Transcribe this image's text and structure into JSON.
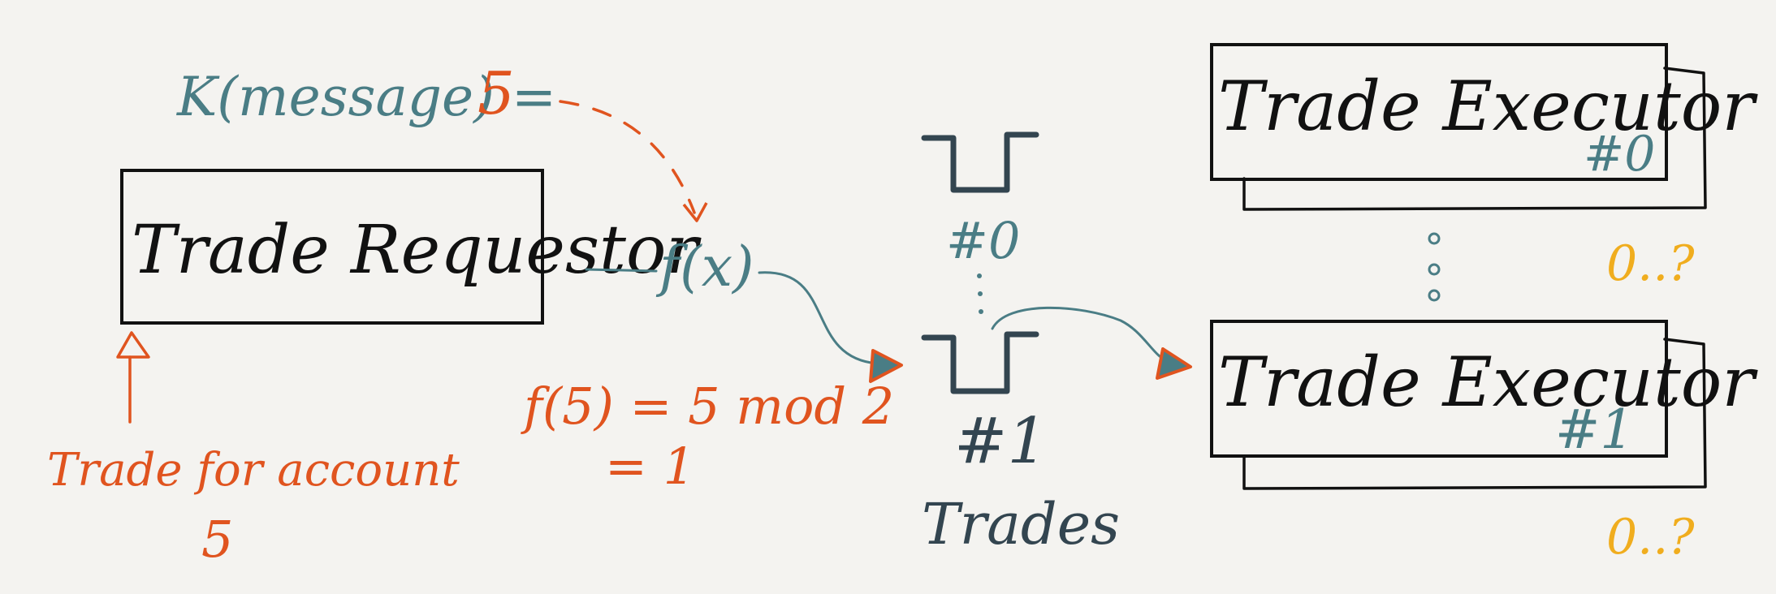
{
  "labels": {
    "key_formula": "K(message) = ",
    "key_value": "5",
    "function": "f(x)",
    "function_result_line1": "f(5) = 5 mod 2",
    "function_result_line2": "= 1",
    "requestor": "Trade Requestor",
    "requestor_note_line1": "Trade for account",
    "requestor_note_line2": "5",
    "topic_name": "Trades",
    "partition_0": "#0",
    "partition_1": "#1",
    "executor_0": "Trade Executor",
    "executor_0_index": "#0",
    "executor_1": "Trade Executor",
    "executor_1_index": "#1",
    "executor_0_count": "0..?",
    "executor_1_count": "0..?"
  },
  "colors": {
    "ink_black": "#111111",
    "ink_teal": "#4a7d85",
    "ink_orange": "#e0541f",
    "ink_yellow": "#f0ad1e",
    "ink_dark_slate": "#334550",
    "paper": "#f4f3f0"
  }
}
